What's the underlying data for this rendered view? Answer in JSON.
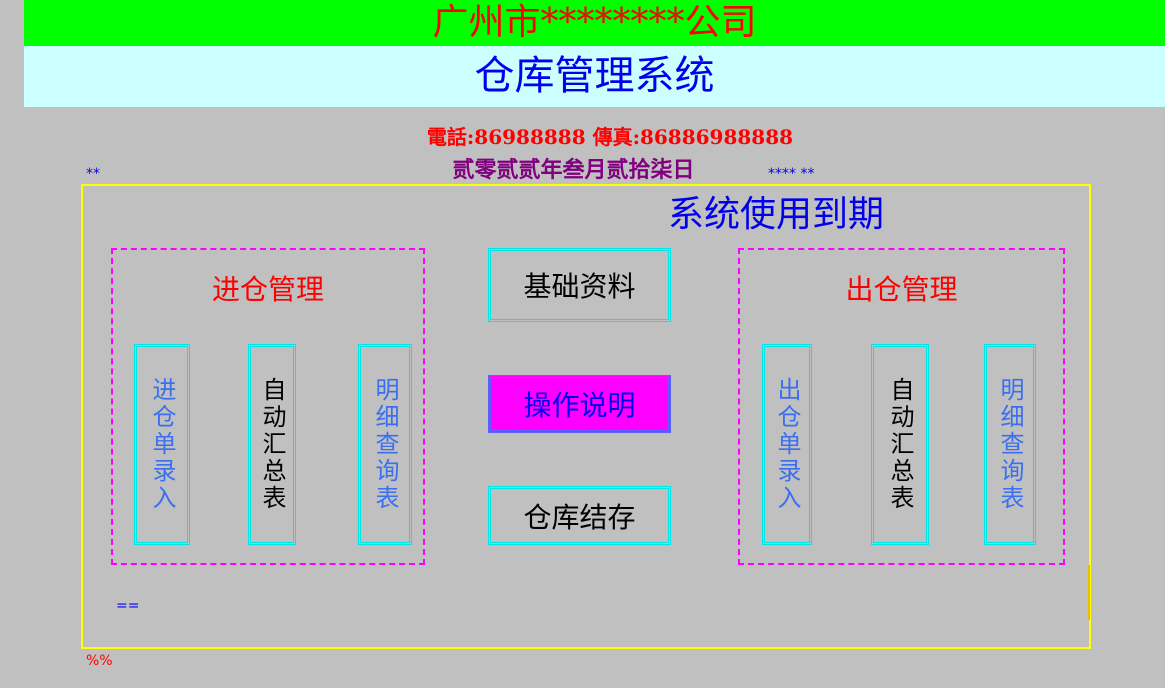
{
  "header": {
    "company": "广州市********公司",
    "system_name": "仓库管理系统"
  },
  "contact": "電話:86988888 傳真:86886988888",
  "date": "贰零贰贰年叁月贰拾柒日",
  "markers": {
    "top_left": "**",
    "top_right": "**** **",
    "bottom_equals": "==",
    "bottom_percent": "%%"
  },
  "status": "系统使用到期",
  "inbound": {
    "title": "进仓管理",
    "buttons": [
      "进仓单录入",
      "自动汇总表",
      "明细查询表"
    ]
  },
  "outbound": {
    "title": "出仓管理",
    "buttons": [
      "出仓单录入",
      "自动汇总表",
      "明细查询表"
    ]
  },
  "center": {
    "basic_data": "基础资料",
    "instructions": "操作说明",
    "stock": "仓库结存"
  },
  "colors": {
    "company_bg": "#00ff00",
    "system_bg": "#ccffff",
    "page_bg": "#c0c0c0",
    "group_border": "#ff00ff",
    "frame_border": "#ffff00",
    "instructions_bg": "#ff00ff"
  }
}
